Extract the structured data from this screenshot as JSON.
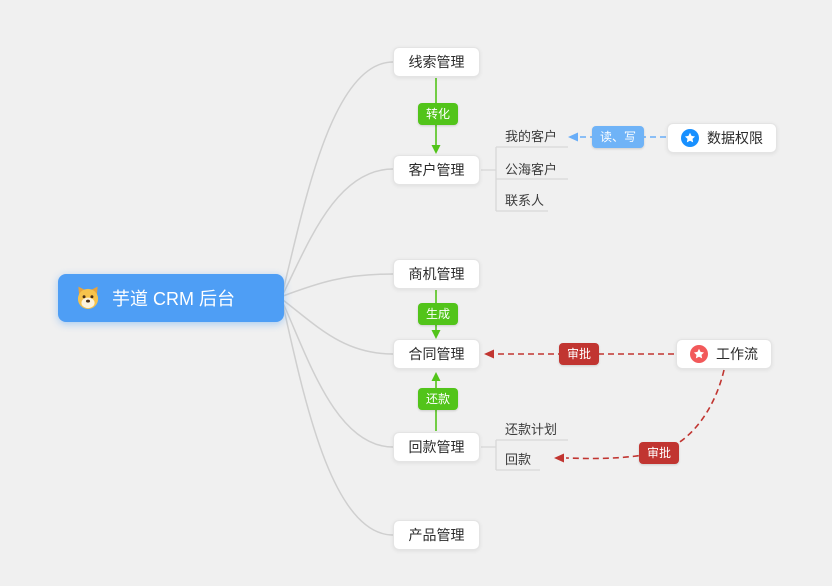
{
  "root": {
    "label": "芋道 CRM 后台",
    "icon": "dog-icon"
  },
  "nodes": {
    "leads": {
      "label": "线索管理"
    },
    "customer": {
      "label": "客户管理"
    },
    "opportunity": {
      "label": "商机管理"
    },
    "contract": {
      "label": "合同管理"
    },
    "receivable": {
      "label": "回款管理"
    },
    "product": {
      "label": "产品管理"
    }
  },
  "customer_children": {
    "my_customer": {
      "label": "我的客户"
    },
    "public_customer": {
      "label": "公海客户"
    },
    "contact": {
      "label": "联系人"
    }
  },
  "receivable_children": {
    "repayment_plan": {
      "label": "还款计划"
    },
    "payment": {
      "label": "回款"
    }
  },
  "side_nodes": {
    "data_permission": {
      "label": "数据权限",
      "icon": "star-icon"
    },
    "workflow": {
      "label": "工作流",
      "icon": "star-icon"
    }
  },
  "edge_labels": {
    "convert": "转化",
    "generate": "生成",
    "repay": "还款",
    "read_write": "读、写",
    "approve_contract": "审批",
    "approve_receivable": "审批"
  },
  "colors": {
    "background": "#f0f0f0",
    "root_bg": "#4e9ef5",
    "success_green": "#52c41a",
    "danger_red": "#c13531",
    "info_blue": "#6fb3f7",
    "data_permission_icon": "#1890ff",
    "workflow_icon": "#f2595a",
    "branch_gray": "#cfcfcf"
  }
}
